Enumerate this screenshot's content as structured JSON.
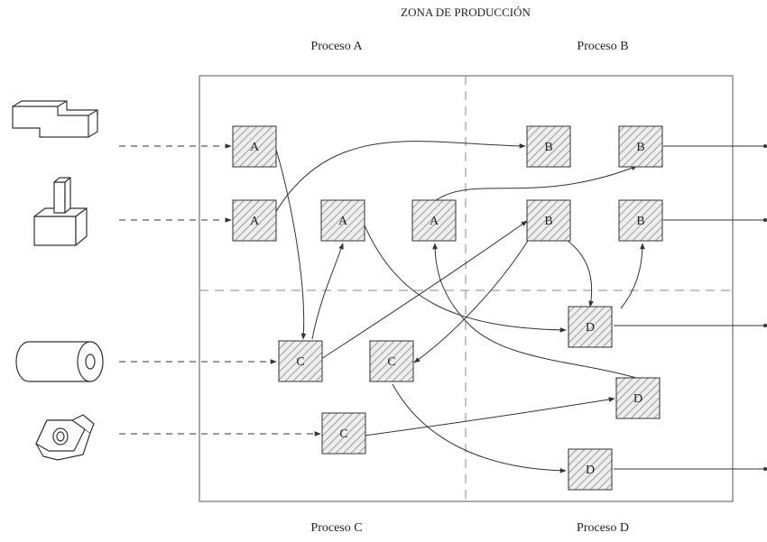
{
  "title": "ZONA DE PRODUCCIÓN",
  "processes": [
    {
      "id": "A",
      "label": "Proceso A"
    },
    {
      "id": "B",
      "label": "Proceso B"
    },
    {
      "id": "C",
      "label": "Proceso C"
    },
    {
      "id": "D",
      "label": "Proceso D"
    }
  ],
  "parts": [
    {
      "name": "stepped-block-part-icon",
      "enters": "A1"
    },
    {
      "name": "block-with-peg-part-icon",
      "enters": "A2"
    },
    {
      "name": "cylinder-part-icon",
      "enters": "C1"
    },
    {
      "name": "hex-nut-part-icon",
      "enters": "C3"
    }
  ],
  "machines": [
    {
      "id": "A1",
      "label": "A"
    },
    {
      "id": "A2",
      "label": "A"
    },
    {
      "id": "A3",
      "label": "A"
    },
    {
      "id": "A4",
      "label": "A"
    },
    {
      "id": "B1",
      "label": "B"
    },
    {
      "id": "B2",
      "label": "B"
    },
    {
      "id": "B3",
      "label": "B"
    },
    {
      "id": "B4",
      "label": "B"
    },
    {
      "id": "C1",
      "label": "C"
    },
    {
      "id": "C2",
      "label": "C"
    },
    {
      "id": "C3",
      "label": "C"
    },
    {
      "id": "D1",
      "label": "D"
    },
    {
      "id": "D2",
      "label": "D"
    },
    {
      "id": "D3",
      "label": "D"
    }
  ],
  "flows": [
    [
      "A1",
      "C1"
    ],
    [
      "A2",
      "B1"
    ],
    [
      "A3",
      "D1"
    ],
    [
      "A4",
      "B2"
    ],
    [
      "B3",
      "D1"
    ],
    [
      "B3",
      "C2"
    ],
    [
      "D1",
      "B4"
    ],
    [
      "C1",
      "A3"
    ],
    [
      "C1",
      "B3"
    ],
    [
      "C2",
      "D3"
    ],
    [
      "C3",
      "D2"
    ],
    [
      "D2",
      "A4"
    ]
  ],
  "exits": [
    "B2",
    "B4",
    "D1",
    "D3"
  ],
  "colors": {
    "line": "#333333",
    "hatch": "#888888",
    "node_fill": "#eeeeee"
  }
}
